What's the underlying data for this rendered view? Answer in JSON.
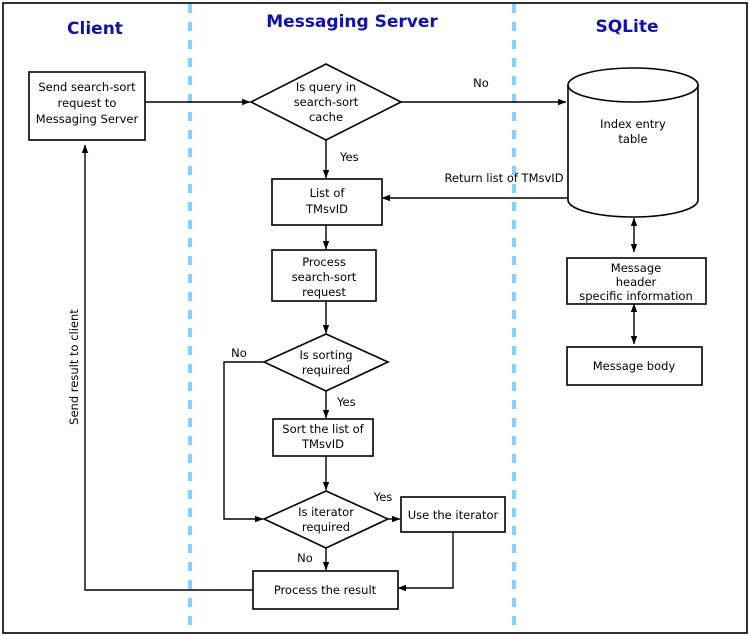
{
  "diagram": {
    "title_colour": "#1111AA",
    "divider_colour": "#7FD5FB",
    "lanes": [
      {
        "id": "client",
        "title": "Client"
      },
      {
        "id": "messaging-server",
        "title": "Messaging Server"
      },
      {
        "id": "sqlite",
        "title": "SQLite"
      }
    ],
    "nodes": [
      {
        "id": "send-request",
        "lane": "client",
        "shape": "process",
        "lines": [
          "Send search-sort",
          "request to",
          "Messaging Server"
        ]
      },
      {
        "id": "is-query-in-cache",
        "lane": "messaging-server",
        "shape": "decision",
        "lines": [
          "Is query in",
          "search-sort",
          "cache"
        ]
      },
      {
        "id": "list-of-tmsvid",
        "lane": "messaging-server",
        "shape": "process",
        "lines": [
          "List of",
          "TMsvID"
        ]
      },
      {
        "id": "process-search-sort",
        "lane": "messaging-server",
        "shape": "process",
        "lines": [
          "Process",
          "search-sort",
          "request"
        ]
      },
      {
        "id": "is-sorting-required",
        "lane": "messaging-server",
        "shape": "decision",
        "lines": [
          "Is sorting",
          "required"
        ]
      },
      {
        "id": "sort-the-list",
        "lane": "messaging-server",
        "shape": "process",
        "lines": [
          "Sort the list of",
          "TMsvID"
        ]
      },
      {
        "id": "is-iterator-required",
        "lane": "messaging-server",
        "shape": "decision",
        "lines": [
          "Is iterator",
          "required"
        ]
      },
      {
        "id": "use-the-iterator",
        "lane": "messaging-server",
        "shape": "process",
        "lines": [
          "Use the iterator"
        ]
      },
      {
        "id": "process-the-result",
        "lane": "messaging-server",
        "shape": "process",
        "lines": [
          "Process  the result"
        ]
      },
      {
        "id": "index-entry-table",
        "lane": "sqlite",
        "shape": "cylinder",
        "lines": [
          "Index entry",
          "table"
        ]
      },
      {
        "id": "message-header",
        "lane": "sqlite",
        "shape": "process",
        "lines": [
          "Message",
          "header",
          "specific information"
        ]
      },
      {
        "id": "message-body",
        "lane": "sqlite",
        "shape": "process",
        "lines": [
          "Message body"
        ]
      }
    ],
    "edge_labels": {
      "cache_no": "No",
      "cache_yes": "Yes",
      "return_list": "Return list of TMsvID",
      "sorting_no": "No",
      "sorting_yes": "Yes",
      "iterator_yes": "Yes",
      "iterator_no": "No",
      "send_result": "Send result to client"
    }
  }
}
